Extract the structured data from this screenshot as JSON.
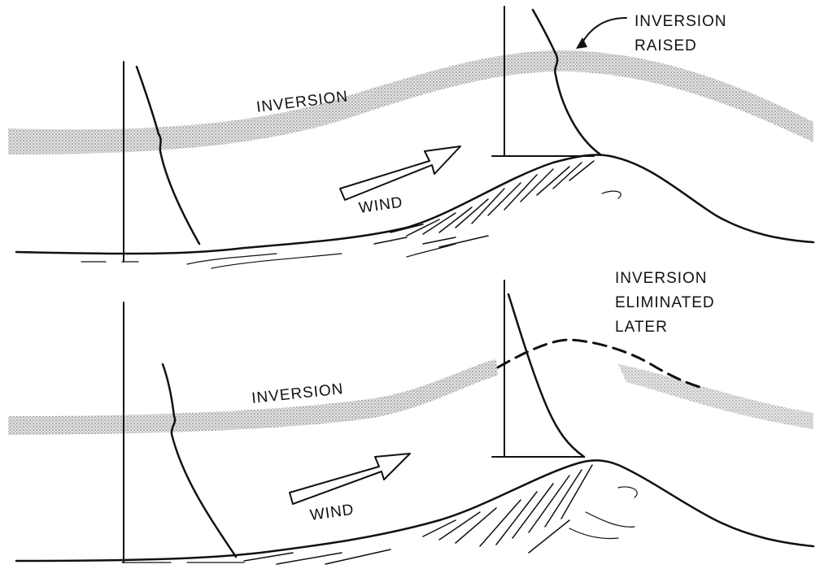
{
  "top_panel": {
    "inversion_label": "INVERSION",
    "wind_label": "WIND",
    "callout_line1": "INVERSION",
    "callout_line2": "RAISED"
  },
  "bottom_panel": {
    "inversion_label": "INVERSION",
    "wind_label": "WIND",
    "callout_line1": "INVERSION",
    "callout_line2": "ELIMINATED",
    "callout_line3": "LATER"
  },
  "colors": {
    "ink": "#111111",
    "inversion_band": "#c8c8c8",
    "background": "#ffffff"
  }
}
